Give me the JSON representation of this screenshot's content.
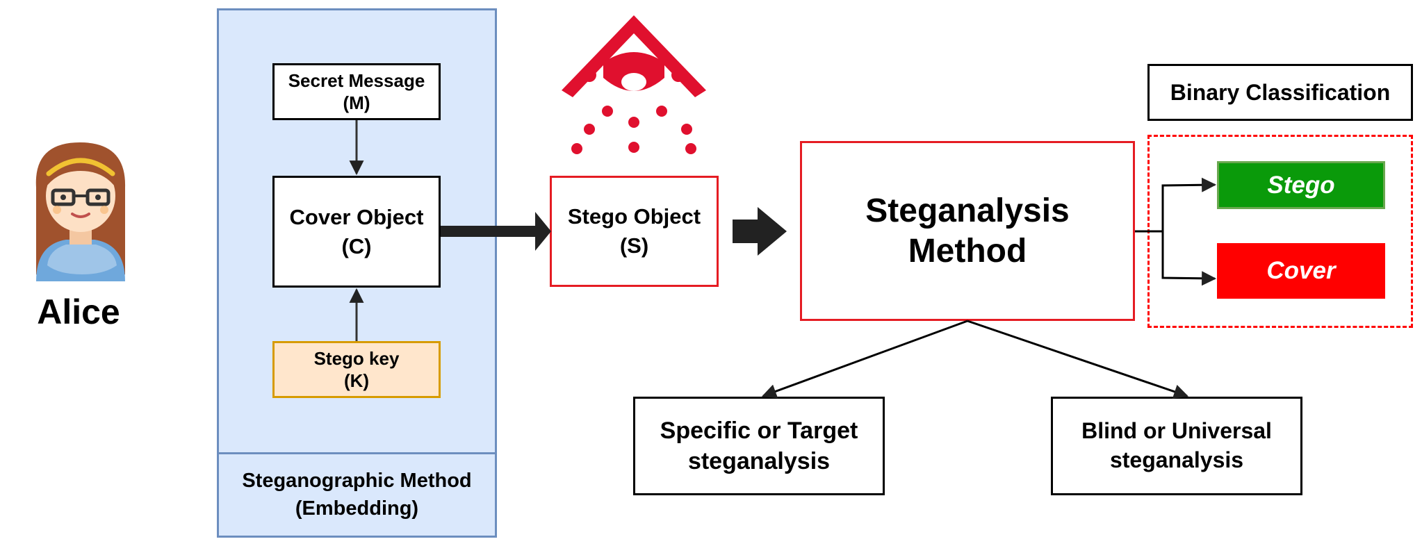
{
  "actor": {
    "name": "Alice"
  },
  "embedding": {
    "secret_message": {
      "line1": "Secret Message",
      "line2": "(M)"
    },
    "cover_object": {
      "line1": "Cover Object",
      "line2": "(C)"
    },
    "stego_key": {
      "line1": "Stego key",
      "line2": "(K)"
    },
    "method": {
      "line1": "Steganographic Method",
      "line2": "(Embedding)"
    }
  },
  "stego_object": {
    "line1": "Stego Object",
    "line2": "(S)"
  },
  "steganalysis": {
    "line1": "Steganalysis",
    "line2": "Method",
    "types": [
      {
        "line1": "Specific or Target",
        "line2": "steganalysis"
      },
      {
        "line1": "Blind or Universal",
        "line2": "steganalysis"
      }
    ]
  },
  "classification": {
    "title": "Binary Classification",
    "labels": [
      "Stego",
      "Cover"
    ]
  },
  "colors": {
    "panel_fill": "#dae8fc",
    "panel_border": "#6c8ebf",
    "key_fill": "#ffe6cc",
    "key_border": "#d79b00",
    "alert_red": "#e51c23",
    "stego_green": "#0a9a0a",
    "cover_red": "#ff0000",
    "eye_icon": "#e0102e"
  },
  "icons": [
    "alice-avatar-icon",
    "watching-eye-icon"
  ]
}
